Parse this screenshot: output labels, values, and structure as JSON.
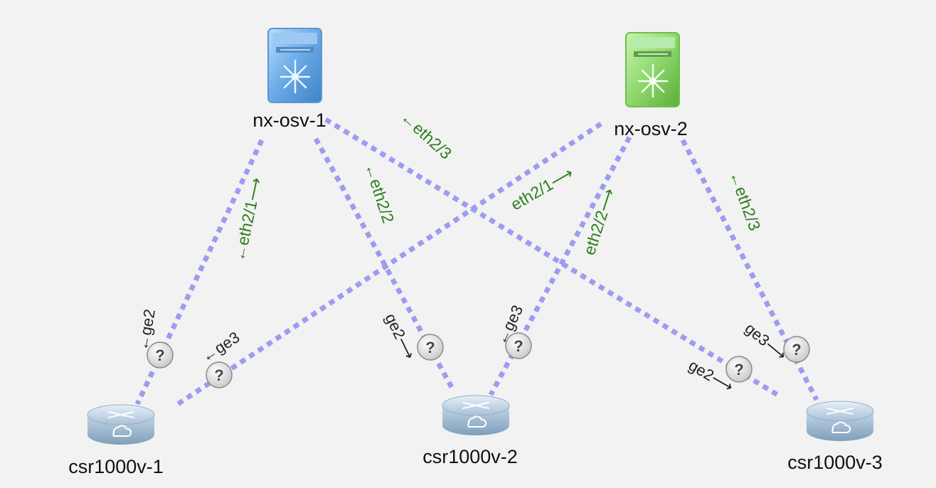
{
  "nodes": {
    "nx1": {
      "label": "nx-osv-1",
      "color": "#6aa9e6"
    },
    "nx2": {
      "label": "nx-osv-2",
      "color": "#7bcc5c"
    },
    "csr1": {
      "label": "csr1000v-1"
    },
    "csr2": {
      "label": "csr1000v-2"
    },
    "csr3": {
      "label": "csr1000v-3"
    }
  },
  "interfaces": {
    "nx1_e1": "←eth2/1⟶",
    "nx1_e2": "←eth2/2",
    "nx1_e3": "←eth2/3",
    "nx2_e1": "eth2/1⟶",
    "nx2_e2": "eth2/2⟶",
    "nx2_e3": "←eth2/3",
    "csr1_ge2": "←ge2",
    "csr1_ge3": "←ge3",
    "csr2_ge2": "ge2⟶",
    "csr2_ge3": "←ge3",
    "csr3_ge3": "ge3⟶",
    "csr3_ge2": "ge2⟶"
  },
  "status_marker": "?",
  "colors": {
    "link": "#9c9cf0",
    "eth_label": "#2f7d1e",
    "background": "#f2f2f2"
  }
}
